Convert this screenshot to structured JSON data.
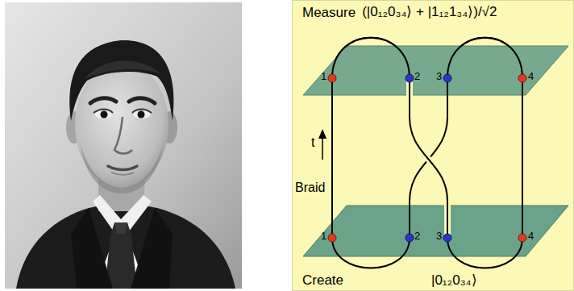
{
  "diagram": {
    "labels": [
      "Measure",
      "(|0₁₂0₃₄⟩ + |1₁₂1₃₄⟩)/√2",
      "1",
      "2",
      "3",
      "4",
      "t",
      "Braid",
      "1",
      "2",
      "3",
      "4",
      "Create",
      "|0₁₂0₃₄⟩"
    ]
  }
}
